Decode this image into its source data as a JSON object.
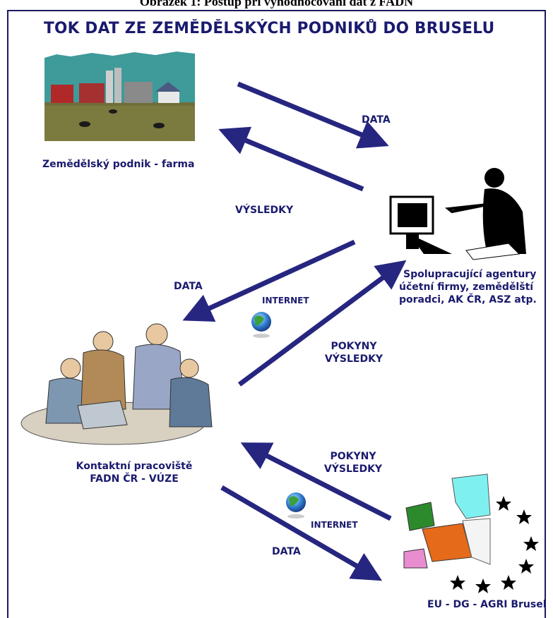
{
  "caption": "Obrázek 1: Postup při vyhodnocování dat z FADN",
  "title": "TOK DAT ZE ZEMĚDĚLSKÝCH PODNIKŮ DO BRUSELU",
  "nodes": {
    "farm": "Zemědělský podnik - farma",
    "agency": [
      "Spolupracující agentury",
      "účetní firmy, zemědělští",
      "poradci, AK ČR, ASZ atp."
    ],
    "contact": [
      "Kontaktní pracoviště",
      "FADN ČR - VÚZE"
    ],
    "eu": "EU - DG - AGRI Brusel"
  },
  "edges": {
    "data_top": "DATA",
    "vysledky_top": "VÝSLEDKY",
    "data_mid": "DATA",
    "internet_mid": "INTERNET",
    "pokyny_mid": [
      "POKYNY",
      "VÝSLEDKY"
    ],
    "pokyny_low": [
      "POKYNY",
      "VÝSLEDKY"
    ],
    "internet_low": "INTERNET",
    "data_low": "DATA"
  },
  "colors": {
    "navy": "#1a1a6e",
    "arrow": "#262680"
  }
}
